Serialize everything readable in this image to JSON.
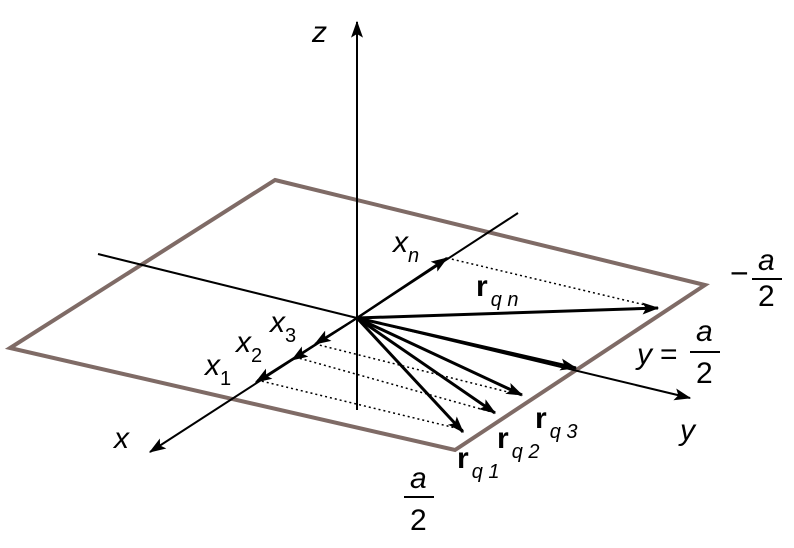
{
  "axes": {
    "z": "z",
    "x": "x",
    "y": "y"
  },
  "points": {
    "x1": {
      "base": "x",
      "sub": "1"
    },
    "x2": {
      "base": "x",
      "sub": "2"
    },
    "x3": {
      "base": "x",
      "sub": "3"
    },
    "xn": {
      "base": "x",
      "sub": "n"
    }
  },
  "vectors": {
    "rq1": {
      "base": "r",
      "sub": "q 1"
    },
    "rq2": {
      "base": "r",
      "sub": "q 2"
    },
    "rq3": {
      "base": "r",
      "sub": "q 3"
    },
    "rqn": {
      "base": "r",
      "sub": "q n"
    }
  },
  "bounds": {
    "plate_edge_neg": {
      "sign": "−",
      "num": "a",
      "den": "2"
    },
    "plate_edge_pos": {
      "prefix": "y",
      "eq": "=",
      "num": "a",
      "den": "2"
    },
    "plate_edge_x": {
      "num": "a",
      "den": "2"
    }
  },
  "colors": {
    "plate": "#7f6b66",
    "ink": "#000000"
  }
}
